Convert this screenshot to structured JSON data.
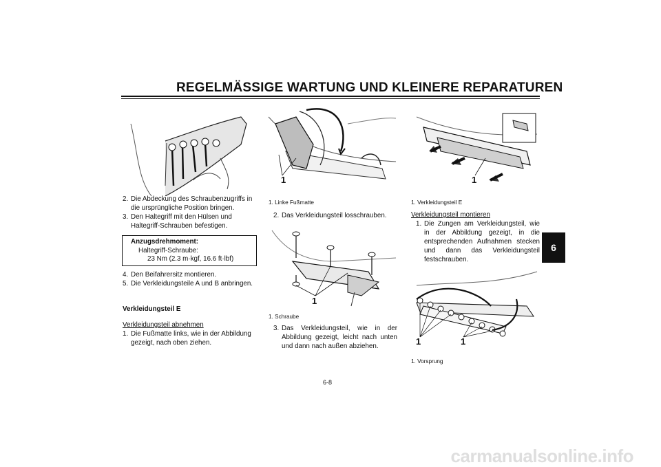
{
  "page": {
    "title": "REGELMÄSSIGE WARTUNG UND KLEINERE REPARATUREN",
    "chapter_tab": "6",
    "page_number": "6-8",
    "watermark": "carmanualsonline.info"
  },
  "col1": {
    "steps_a": [
      {
        "num": "2.",
        "text": "Die Abdeckung des Schraubenzugriffs in die ursprüngliche Position bringen."
      },
      {
        "num": "3.",
        "text": "Den Haltegriff mit den Hülsen und Haltegriff-Schrauben befestigen."
      }
    ],
    "torque": {
      "heading": "Anzugsdrehmoment:",
      "item": "Haltegriff-Schraube:",
      "value": "23 Nm (2.3 m·kgf, 16.6 ft·lbf)"
    },
    "steps_b": [
      {
        "num": "4.",
        "text": "Den Beifahrersitz montieren."
      },
      {
        "num": "5.",
        "text": "Die Verkleidungsteile A und B anbringen."
      }
    ],
    "section_heading": "Verkleidungsteil E",
    "subheading": "Verkleidungsteil abnehmen",
    "steps_c": [
      {
        "num": "1.",
        "text": "Die Fußmatte links, wie in der Abbildung gezeigt, nach oben ziehen."
      }
    ]
  },
  "col2": {
    "fig1_callout": "1",
    "fig1_caption": "1. Linke Fußmatte",
    "step2": {
      "num": "2.",
      "text": "Das Verkleidungsteil losschrauben."
    },
    "fig2_callout": "1",
    "fig2_caption": "1. Schraube",
    "step3": {
      "num": "3.",
      "text": "Das Verkleidungsteil, wie in der Abbildung gezeigt, leicht nach unten und dann nach außen abziehen."
    }
  },
  "col3": {
    "fig1_callout": "1",
    "fig1_caption": "1. Verkleidungsteil E",
    "subheading": "Verkleidungsteil montieren",
    "step1": {
      "num": "1.",
      "text": "Die Zungen am Verkleidungsteil, wie in der Abbildung gezeigt, in die entsprechenden Aufnahmen stecken und dann das Verkleidungsteil festschrauben."
    },
    "fig2_callout_a": "1",
    "fig2_callout_b": "1",
    "fig2_caption": "1. Vorsprung"
  }
}
